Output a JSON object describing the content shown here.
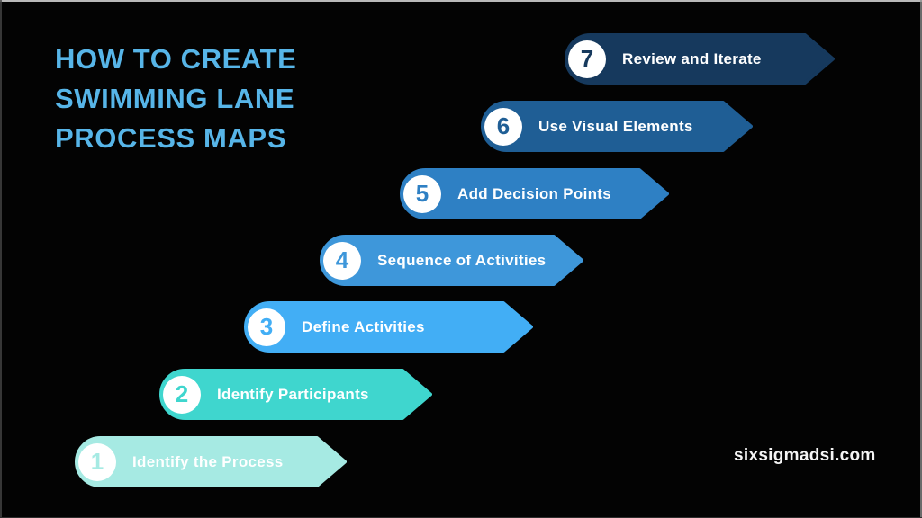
{
  "title": {
    "line1": "HOW TO CREATE",
    "line2": "SWIMMING LANE",
    "line3": "PROCESS MAPS",
    "color": "#57b5e8"
  },
  "steps": [
    {
      "number": "1",
      "label": "Identify the Process",
      "color": "#a6eae3"
    },
    {
      "number": "2",
      "label": "Identify Participants",
      "color": "#3fd6ce"
    },
    {
      "number": "3",
      "label": "Define Activities",
      "color": "#42aef5"
    },
    {
      "number": "4",
      "label": "Sequence of Activities",
      "color": "#3e97da"
    },
    {
      "number": "5",
      "label": "Add Decision Points",
      "color": "#2e80c4"
    },
    {
      "number": "6",
      "label": "Use Visual Elements",
      "color": "#1f5e95"
    },
    {
      "number": "7",
      "label": "Review and Iterate",
      "color": "#16395d"
    }
  ],
  "footer": {
    "website": "sixsigmadsi.com"
  },
  "colors": {
    "background": "#030303",
    "circle_fill": "#ffffff",
    "label_text": "#ffffff"
  }
}
